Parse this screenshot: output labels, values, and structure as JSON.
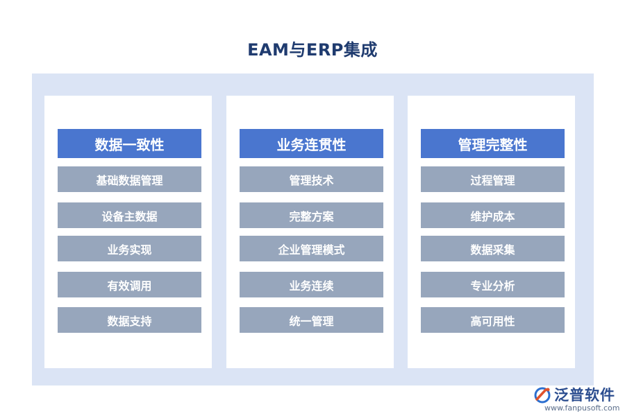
{
  "title": "EAM与ERP集成",
  "columns": [
    {
      "header": "数据一致性",
      "items": [
        "基础数据管理",
        "设备主数据",
        "业务实现",
        "有效调用",
        "数据支持"
      ]
    },
    {
      "header": "业务连贯性",
      "items": [
        "管理技术",
        "完整方案",
        "企业管理模式",
        "业务连续",
        "统一管理"
      ]
    },
    {
      "header": "管理完整性",
      "items": [
        "过程管理",
        "维护成本",
        "数据采集",
        "专业分析",
        "高可用性"
      ]
    }
  ],
  "logo": {
    "name": "泛普软件",
    "url": "www.fanpusoft.com"
  },
  "colors": {
    "title": "#1f3b6f",
    "panel_background": "#dbe4f5",
    "header_fill": "#4a76cf",
    "item_fill": "#97a6bc"
  }
}
